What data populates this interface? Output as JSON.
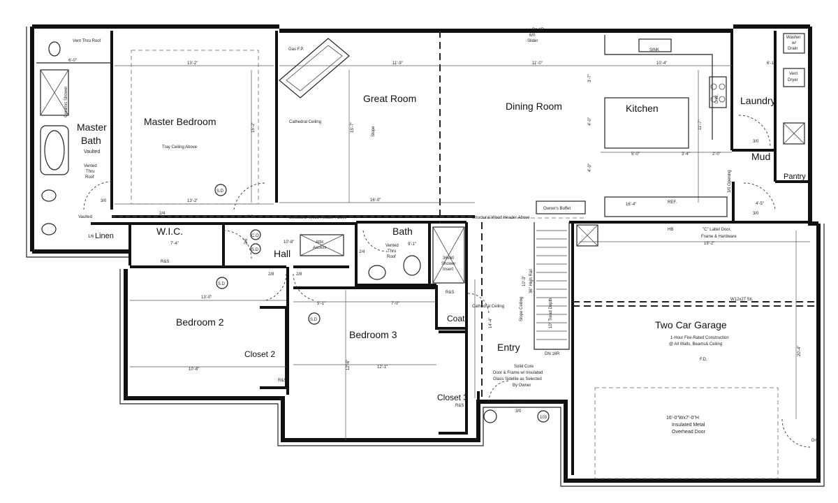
{
  "rooms": {
    "master_bath_1": "Master",
    "master_bath_2": "Bath",
    "master_bedroom": "Master Bedroom",
    "great_room": "Great Room",
    "dining_room": "Dining Room",
    "kitchen": "Kitchen",
    "laundry": "Laundry",
    "mud": "Mud",
    "pantry": "Pantry",
    "wic": "W.I.C.",
    "linen": "Linen",
    "hall": "Hall",
    "bath": "Bath",
    "bedroom2": "Bedroom 2",
    "bedroom3": "Bedroom 3",
    "closet2": "Closet 2",
    "closet3": "Closet 3",
    "coat": "Coat",
    "entry": "Entry",
    "garage": "Two Car Garage"
  },
  "notes": {
    "vent_thru_roof": "Vent Thru Roof",
    "ceramic_shower": "Ceramic Shower",
    "vaulted": "Vaulted",
    "vented_1": "Vented",
    "vented_2": "Thru",
    "vented_3": "Roof",
    "vaulted2": "Vaulted",
    "tray_ceiling": "Tray Ceiling Above",
    "gas_fp": "Gas F.P.",
    "cathedral_ceiling": "Cathedral Ceiling",
    "slope": "Slope",
    "slider_1": "6/0",
    "slider_2": "Slider",
    "sink": "SINK",
    "dw": "D.W.",
    "ref": "REF.",
    "owners_buffet": "Owner's Buffet",
    "washer_1": "Washer",
    "washer_2": "w/",
    "washer_3": "Drain",
    "vent_dryer_1": "Vent",
    "vent_dryer_2": "Dryer",
    "opening": "3/0 Opening",
    "hb": "HB",
    "label_door_1": "\"C\" Label Door,",
    "label_door_2": "Frame & Hardware",
    "header_1": "Structural Wood Header Above",
    "header_2": "Structural Wood Header Above",
    "attic_1": "Attic",
    "attic_2": "Access",
    "bath_vent_1": "Vented",
    "bath_vent_2": "Thru",
    "bath_vent_3": "Roof",
    "shower_1": "36x60",
    "shower_2": "Shower",
    "shower_3": "Insert",
    "cathedral_2": "Cathedral Ceiling",
    "stair_rail": "36\" High Rail",
    "stair_slope": "Slope Ceiling",
    "tread_depth": "10\" Tread Depth",
    "dn_16r": "DN 16R",
    "solid_core_1": "Solid Core",
    "solid_core_2": "Door & Frame w/ Insulated",
    "solid_core_3": "Glass Sidelite as Selected",
    "solid_core_4": "By Owner",
    "dn_1r": "Dn 1R",
    "beam": "W12x27 Stl.",
    "garage_note_1": "1-Hour Fire-Rated Construction",
    "garage_note_2": "@ All Walls, Beams& Ceiling",
    "fd": "F.D.",
    "overhead_1": "16'-0\"Wx7'-0\"H",
    "overhead_2": "Insulated Metal",
    "overhead_3": "Overhead Door",
    "rs1": "R&S",
    "rs2": "R&S",
    "rs3": "R&S",
    "rs4": "R&S",
    "sd1": "S.D",
    "sd2": "S.D",
    "sd3": "S.D",
    "sd4": "S.D",
    "co": "C.O",
    "dn_top": "Dn 1R",
    "dn_right": "Dn",
    "count_103": "103"
  },
  "dims": {
    "d_6_0": "6'-0\"",
    "d_13_2a": "13'-2\"",
    "d_13_2b": "13'-2\"",
    "d_15_2": "15'-2\"",
    "d_11_9": "11'-9\"",
    "d_11_0": "11'-0\"",
    "d_10_4": "10'-4\"",
    "d_6_1": "6'-1\"",
    "d_16_0": "16'-0\"",
    "d_15_7": "15'-7\"",
    "d_3_7": "3'-7\"",
    "d_4_0a": "4'-0\"",
    "d_4_0b": "4'-0\"",
    "d_5_0": "5'-0\"",
    "d_3_4": "3'-4\"",
    "d_2_0": "2'-0\"",
    "d_11_7": "11'-7\"",
    "d_16_4": "16'-4\"",
    "d_19_2": "19'-2\"",
    "d_13_0": "13'-0\"",
    "d_10_8": "10'-8\"",
    "d_5_1": "5'-1\"",
    "d_7_0": "7'-0\"",
    "d_12_1": "12'-1\"",
    "d_12_6": "12'-6\"",
    "d_10_8b": "10'-8\"",
    "d_9_1": "9'-1\"",
    "d_7_4": "7'-4\"",
    "d_4_5": "4'-5\"",
    "d_20_4": "20'-4\"",
    "d_14_4": "14'-4\"",
    "d_10_3": "10'-3\"",
    "d_3_0a": "3/0",
    "d_3_0b": "3/0",
    "d_3_0c": "3/0",
    "d_3_0d": "3/0",
    "d_3_0e": "3/0",
    "d_2_4a": "2/4",
    "d_2_4b": "2/4",
    "d_2_8a": "2/8",
    "d_2_8b": "2/8",
    "d_2_6": "2/6",
    "d_1_6": "1/6"
  }
}
